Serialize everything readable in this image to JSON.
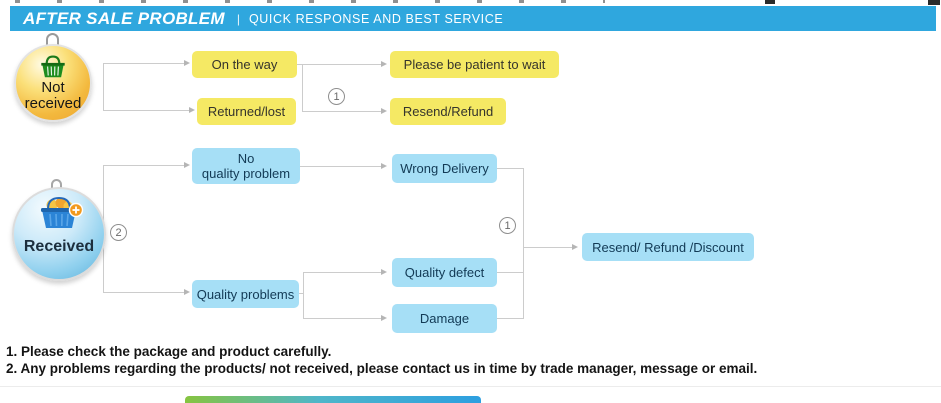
{
  "banner": {
    "title": "AFTER SALE PROBLEM",
    "separator": "|",
    "subtitle": "QUICK RESPONSE AND BEST SERVICE",
    "bg_color": "#2FA7DE",
    "text_color": "#FFFFFF"
  },
  "spheres": {
    "not_received": {
      "line1": "Not",
      "line2": "received",
      "icon": "green-shopping-basket-icon",
      "body_color": "#F3B93E"
    },
    "received": {
      "label": "Received",
      "icon": "blue-shopping-basket-icon",
      "body_color": "#8FD0EE"
    }
  },
  "boxes": {
    "on_the_way": "On the way",
    "returned_lost": "Returned/lost",
    "patient_wait": "Please be patient to wait",
    "resend_refund": "Resend/Refund",
    "no_quality_line1": "No",
    "no_quality_line2": "quality problem",
    "quality_problems": "Quality problems",
    "wrong_delivery": "Wrong Delivery",
    "quality_defect": "Quality defect",
    "damage": "Damage",
    "resend_refund_discount": "Resend/ Refund /Discount"
  },
  "markers": {
    "branch1_step": "1",
    "branch2_step": "2",
    "branch2_final_step": "1"
  },
  "footnotes": {
    "line1": "1. Please check the package and product carefully.",
    "line2": "2. Any problems regarding the products/ not received, please contact us in time by trade manager, message or email."
  },
  "colors": {
    "yellow_box": "#F5E964",
    "blue_box": "#A6DFF6",
    "connector_line": "#CCCCCC",
    "bottom_bar_gradient": [
      "#86C440",
      "#2D9FE0"
    ]
  }
}
